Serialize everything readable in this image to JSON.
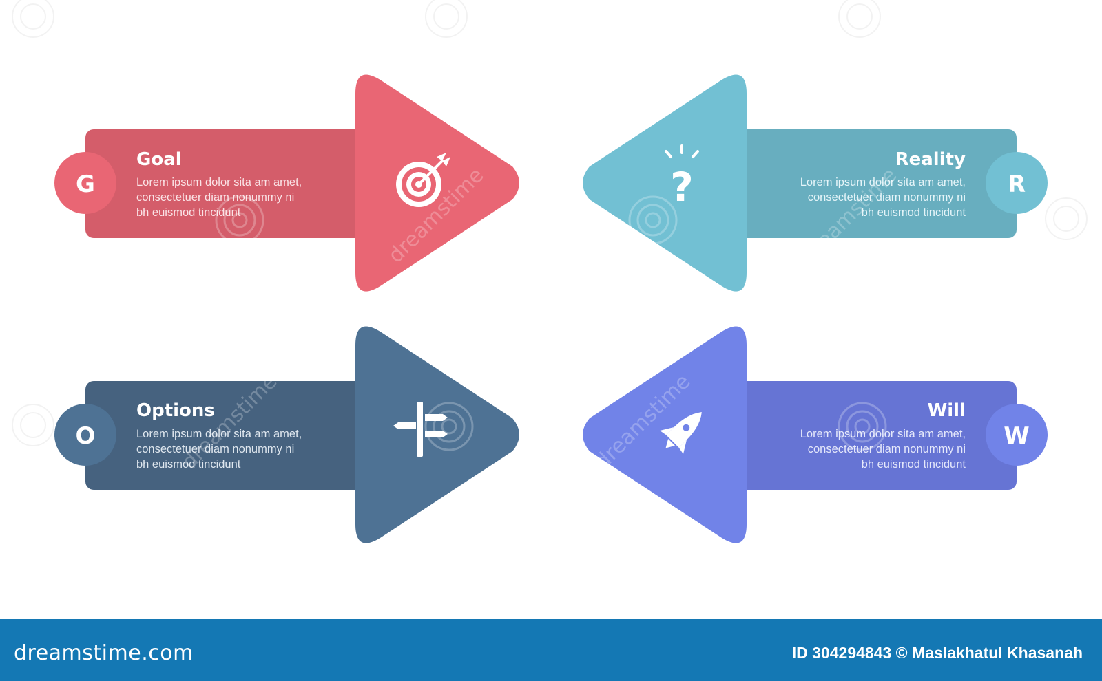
{
  "items": [
    {
      "letter": "G",
      "title": "Goal",
      "desc1": "Lorem ipsum dolor sita am amet,",
      "desc2": "consectetuer diam nonummy  ni",
      "desc3": "bh euismod tincidunt",
      "color_bar": "#d45d6a",
      "color_arrow": "#e96674",
      "icon": "target-icon"
    },
    {
      "letter": "R",
      "title": "Reality",
      "desc1": "Lorem ipsum dolor sita am amet,",
      "desc2": "consectetuer diam nonummy  ni",
      "desc3": "bh euismod tincidunt",
      "color_bar": "#68aebf",
      "color_arrow": "#72c0d3",
      "icon": "question-icon"
    },
    {
      "letter": "O",
      "title": "Options",
      "desc1": "Lorem ipsum dolor sita am amet,",
      "desc2": "consectetuer diam nonummy  ni",
      "desc3": "bh euismod tincidunt",
      "color_bar": "#46627f",
      "color_arrow": "#4e7294",
      "icon": "signpost-icon"
    },
    {
      "letter": "W",
      "title": "Will",
      "desc1": "Lorem ipsum dolor sita am amet,",
      "desc2": "consectetuer diam nonummy  ni",
      "desc3": "bh euismod tincidunt",
      "color_bar": "#6674d4",
      "color_arrow": "#7183e8",
      "icon": "rocket-icon"
    }
  ],
  "watermark": {
    "text": "dreamstime",
    "logo": "dreamstime.com",
    "credit": "ID 304294843 © Maslakhatul Khasanah",
    "footer_color": "#1478b4"
  }
}
